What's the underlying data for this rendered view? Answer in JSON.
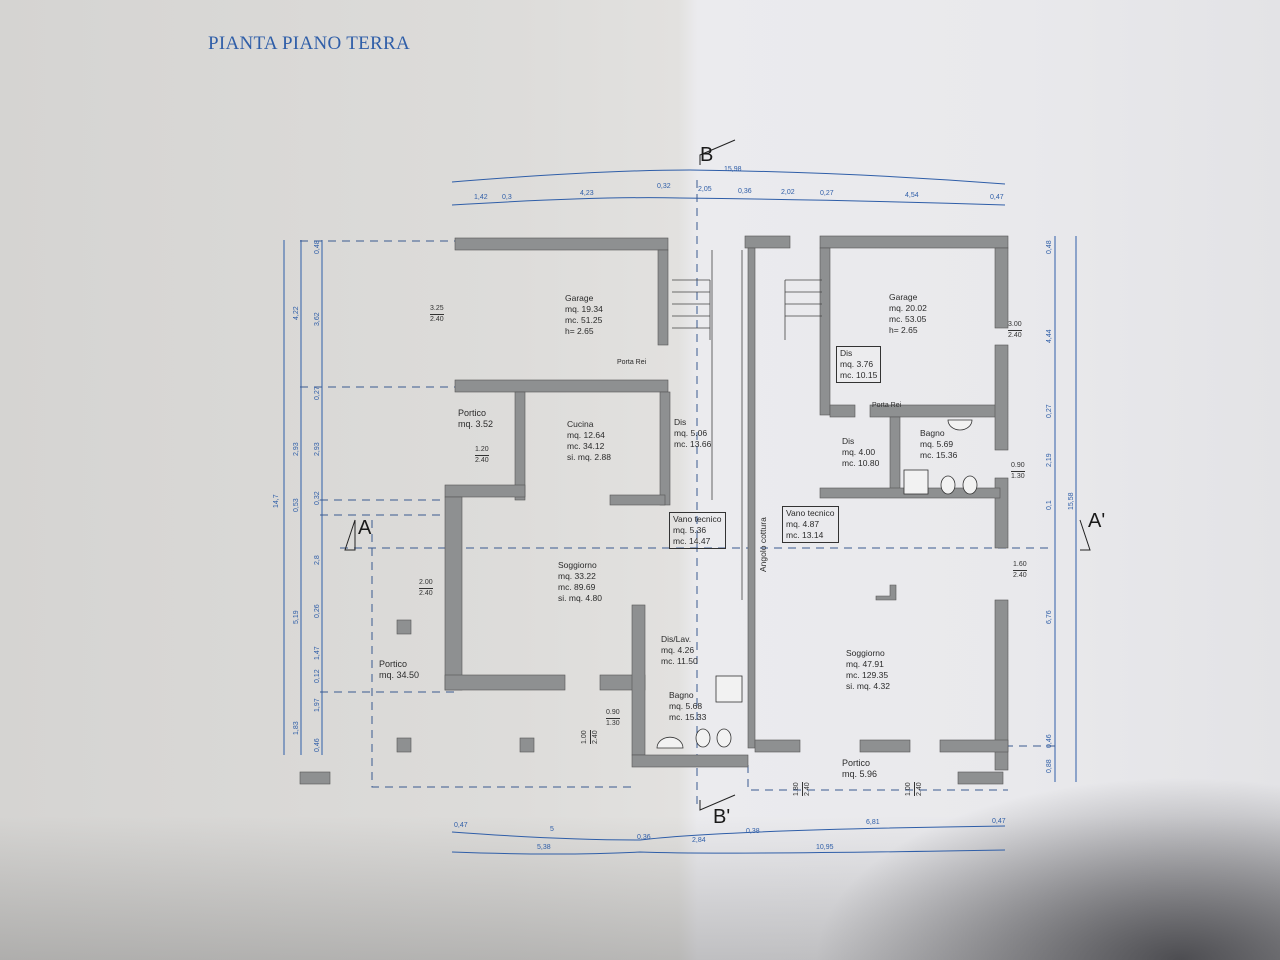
{
  "title": "PIANTA PIANO TERRA",
  "sections": {
    "a": "A",
    "a_prime": "A'",
    "b": "B",
    "b_prime": "B'"
  },
  "rooms": {
    "garage_left": {
      "name": "Garage",
      "area": "mq. 19.34",
      "volume": "mc. 51.25",
      "height": "h=   2.65"
    },
    "garage_right": {
      "name": "Garage",
      "area": "mq. 20.02",
      "volume": "mc. 53.05",
      "height": "h=   2.65"
    },
    "portico_small": {
      "name": "Portico",
      "area": "mq. 3.52"
    },
    "cucina": {
      "name": "Cucina",
      "area": "mq. 12.64",
      "volume": "mc. 34.12",
      "window_area": "si. mq. 2.88"
    },
    "dis_left": {
      "name": "Dis",
      "area": "mq. 5.06",
      "volume": "mc. 13.66"
    },
    "vano_tecnico_left": {
      "name": "Vano tecnico",
      "area": "mq. 5.36",
      "volume": "mc. 14.47"
    },
    "dis_right_top": {
      "name": "Dis",
      "area": "mq. 3.76",
      "volume": "mc. 10.15"
    },
    "dis_right": {
      "name": "Dis",
      "area": "mq. 4.00",
      "volume": "mc. 10.80"
    },
    "bagno_right": {
      "name": "Bagno",
      "area": "mq. 5.69",
      "volume": "mc. 15.36"
    },
    "vano_tecnico_right": {
      "name": "Vano tecnico",
      "area": "mq. 4.87",
      "volume": "mc. 13.14"
    },
    "angolo_cottura": {
      "name": "Angolo cottura"
    },
    "soggiorno_left": {
      "name": "Soggiorno",
      "area": "mq. 33.22",
      "volume": "mc. 89.69",
      "window_area": "si. mq. 4.80"
    },
    "soggiorno_right": {
      "name": "Soggiorno",
      "area": "mq. 47.91",
      "volume": "mc. 129.35",
      "window_area": "si. mq. 4.32"
    },
    "portico_large": {
      "name": "Portico",
      "area": "mq. 34.50"
    },
    "dis_lav": {
      "name": "Dis/Lav.",
      "area": "mq. 4.26",
      "volume": "mc. 11.50"
    },
    "bagno_left": {
      "name": "Bagno",
      "area": "mq. 5.68",
      "volume": "mc. 15.33"
    },
    "portico_right": {
      "name": "Portico",
      "area": "mq. 5.96"
    }
  },
  "doors": {
    "porta_rei_left": "Porta Rei",
    "porta_rei_right": "Porta Rei"
  },
  "openings": [
    {
      "w": "3.25",
      "h": "2.40"
    },
    {
      "w": "1.20",
      "h": "2.40"
    },
    {
      "w": "2.00",
      "h": "2.40"
    },
    {
      "w": "3.00",
      "h": "2.40"
    },
    {
      "w": "0.90",
      "h": "1.30"
    },
    {
      "w": "1.60",
      "h": "2.40"
    },
    {
      "w": "0.90",
      "h": "1.30"
    },
    {
      "w": "1.00",
      "h": "2.40"
    },
    {
      "w": "1.80",
      "h": "2.40"
    },
    {
      "w": "1.00",
      "h": "2.40"
    }
  ],
  "dimensions": {
    "top_total": "15,98",
    "top": [
      "1,42",
      "0,3",
      "4,23",
      "0,32",
      "2,05",
      "0,36",
      "2,02",
      "0,27",
      "4,54",
      "0,47"
    ],
    "left_total": "14,7",
    "left_mid": [
      "4,22",
      "2,93",
      "0,53",
      "5,19",
      "1,83"
    ],
    "left_inner": [
      "0,48",
      "3,62",
      "0,27",
      "2,93",
      "0,32",
      "2,8",
      "0,26",
      "1,47",
      "0,12",
      "1,97",
      "0,46"
    ],
    "right_total": "15,58",
    "right": [
      "0,48",
      "4,44",
      "0,27",
      "2,19",
      "0,1",
      "6,76",
      "0,46",
      "0,88"
    ],
    "bottom": [
      "0,47",
      "5",
      "0,36",
      "2,84",
      "0,38",
      "6,81",
      "0,47"
    ],
    "bottom_total": [
      "5,38",
      "10,95"
    ]
  },
  "colors": {
    "wall": "#8e9091",
    "dimension": "#2f5ea8",
    "title": "#2f5ea8"
  }
}
